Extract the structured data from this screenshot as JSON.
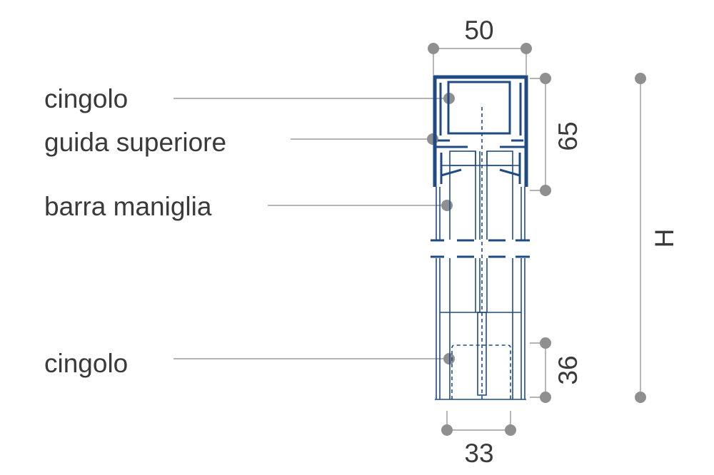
{
  "colors": {
    "profile": "#1f4b85",
    "leader": "#9a9a9a",
    "dot": "#8f8f8f",
    "text": "#3a3a3a"
  },
  "labels": {
    "top_belt": "cingolo",
    "upper_guide": "guida superiore",
    "handle_bar": "barra maniglia",
    "bottom_belt": "cingolo"
  },
  "dimensions": {
    "width_top": "50",
    "height_top": "65",
    "height_total": "H",
    "height_bottom": "36",
    "width_bottom": "33"
  }
}
